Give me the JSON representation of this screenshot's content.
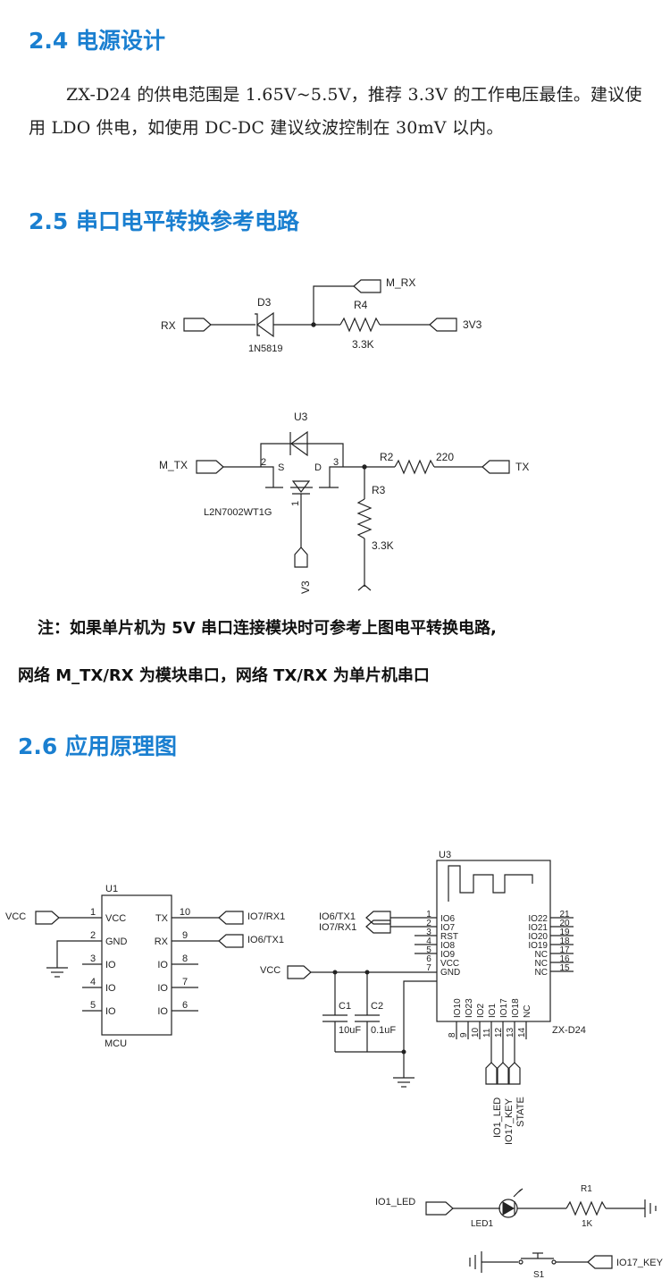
{
  "sections": {
    "power": {
      "heading": "2.4 电源设计",
      "paragraph": "ZX-D24 的供电范围是 1.65V~5.5V，推荐 3.3V 的工作电压最佳。建议使用 LDO 供电，如使用 DC-DC 建议纹波控制在 30mV 以内。"
    },
    "level_shift": {
      "heading": "2.5 串口电平转换参考电路",
      "note_line1": "注：如果单片机为 5V 串口连接模块时可参考上图电平转换电路,",
      "note_line2": "网络 M_TX/RX 为模块串口，网络 TX/RX 为单片机串口"
    },
    "app_schematic": {
      "heading": "2.6 应用原理图"
    }
  },
  "circuit1": {
    "rx": "RX",
    "d3": "D3",
    "d3_part": "1N5819",
    "m_rx": "M_RX",
    "r4": "R4",
    "r4_val": "3.3K",
    "v3v3": "3V3"
  },
  "circuit2": {
    "m_tx": "M_TX",
    "u3": "U3",
    "pin2": "2",
    "pin3": "3",
    "pin1": "1",
    "s": "S",
    "d": "D",
    "part": "L2N7002WT1G",
    "r2": "R2",
    "r2_val": "220",
    "tx": "TX",
    "r3": "R3",
    "r3_val": "3.3K",
    "v3": "V3"
  },
  "schematic": {
    "mcu": {
      "ref": "U1",
      "name": "MCU",
      "left_pins": [
        {
          "num": "1",
          "name": "VCC"
        },
        {
          "num": "2",
          "name": "GND"
        },
        {
          "num": "3",
          "name": "IO"
        },
        {
          "num": "4",
          "name": "IO"
        },
        {
          "num": "5",
          "name": "IO"
        }
      ],
      "right_pins": [
        {
          "num": "10",
          "name": "TX"
        },
        {
          "num": "9",
          "name": "RX"
        },
        {
          "num": "8",
          "name": "IO"
        },
        {
          "num": "7",
          "name": "IO"
        },
        {
          "num": "6",
          "name": "IO"
        }
      ],
      "vcc_net": "VCC",
      "tx_net": "IO7/RX1",
      "rx_net": "IO6/TX1"
    },
    "module": {
      "ref": "U3",
      "name": "ZX-D24",
      "left_pins": [
        {
          "num": "1",
          "name": "IO6"
        },
        {
          "num": "2",
          "name": "IO7"
        },
        {
          "num": "3",
          "name": "RST"
        },
        {
          "num": "4",
          "name": "IO8"
        },
        {
          "num": "5",
          "name": "IO9"
        },
        {
          "num": "6",
          "name": "VCC"
        },
        {
          "num": "7",
          "name": "GND"
        }
      ],
      "right_pins": [
        {
          "num": "21",
          "name": "IO22"
        },
        {
          "num": "20",
          "name": "IO21"
        },
        {
          "num": "19",
          "name": "IO20"
        },
        {
          "num": "18",
          "name": "IO19"
        },
        {
          "num": "17",
          "name": "NC"
        },
        {
          "num": "16",
          "name": "NC"
        },
        {
          "num": "15",
          "name": "NC"
        }
      ],
      "bottom_pins": [
        {
          "num": "8",
          "name": "IO10"
        },
        {
          "num": "9",
          "name": "IO23"
        },
        {
          "num": "10",
          "name": "IO2"
        },
        {
          "num": "11",
          "name": "IO1"
        },
        {
          "num": "12",
          "name": "IO17"
        },
        {
          "num": "13",
          "name": "IO18"
        },
        {
          "num": "14",
          "name": "NC"
        }
      ],
      "net_tx1": "IO6/TX1",
      "net_rx1": "IO7/RX1",
      "vcc_net": "VCC",
      "c1": "C1",
      "c1_val": "10uF",
      "c2": "C2",
      "c2_val": "0.1uF",
      "net_led": "IO1_LED",
      "net_key": "IO17_KEY",
      "net_state": "STATE"
    },
    "led_circuit": {
      "net": "IO1_LED",
      "led": "LED1",
      "r1": "R1",
      "r1_val": "1K"
    },
    "switch_circuit": {
      "sw": "S1",
      "net": "IO17_KEY"
    }
  }
}
